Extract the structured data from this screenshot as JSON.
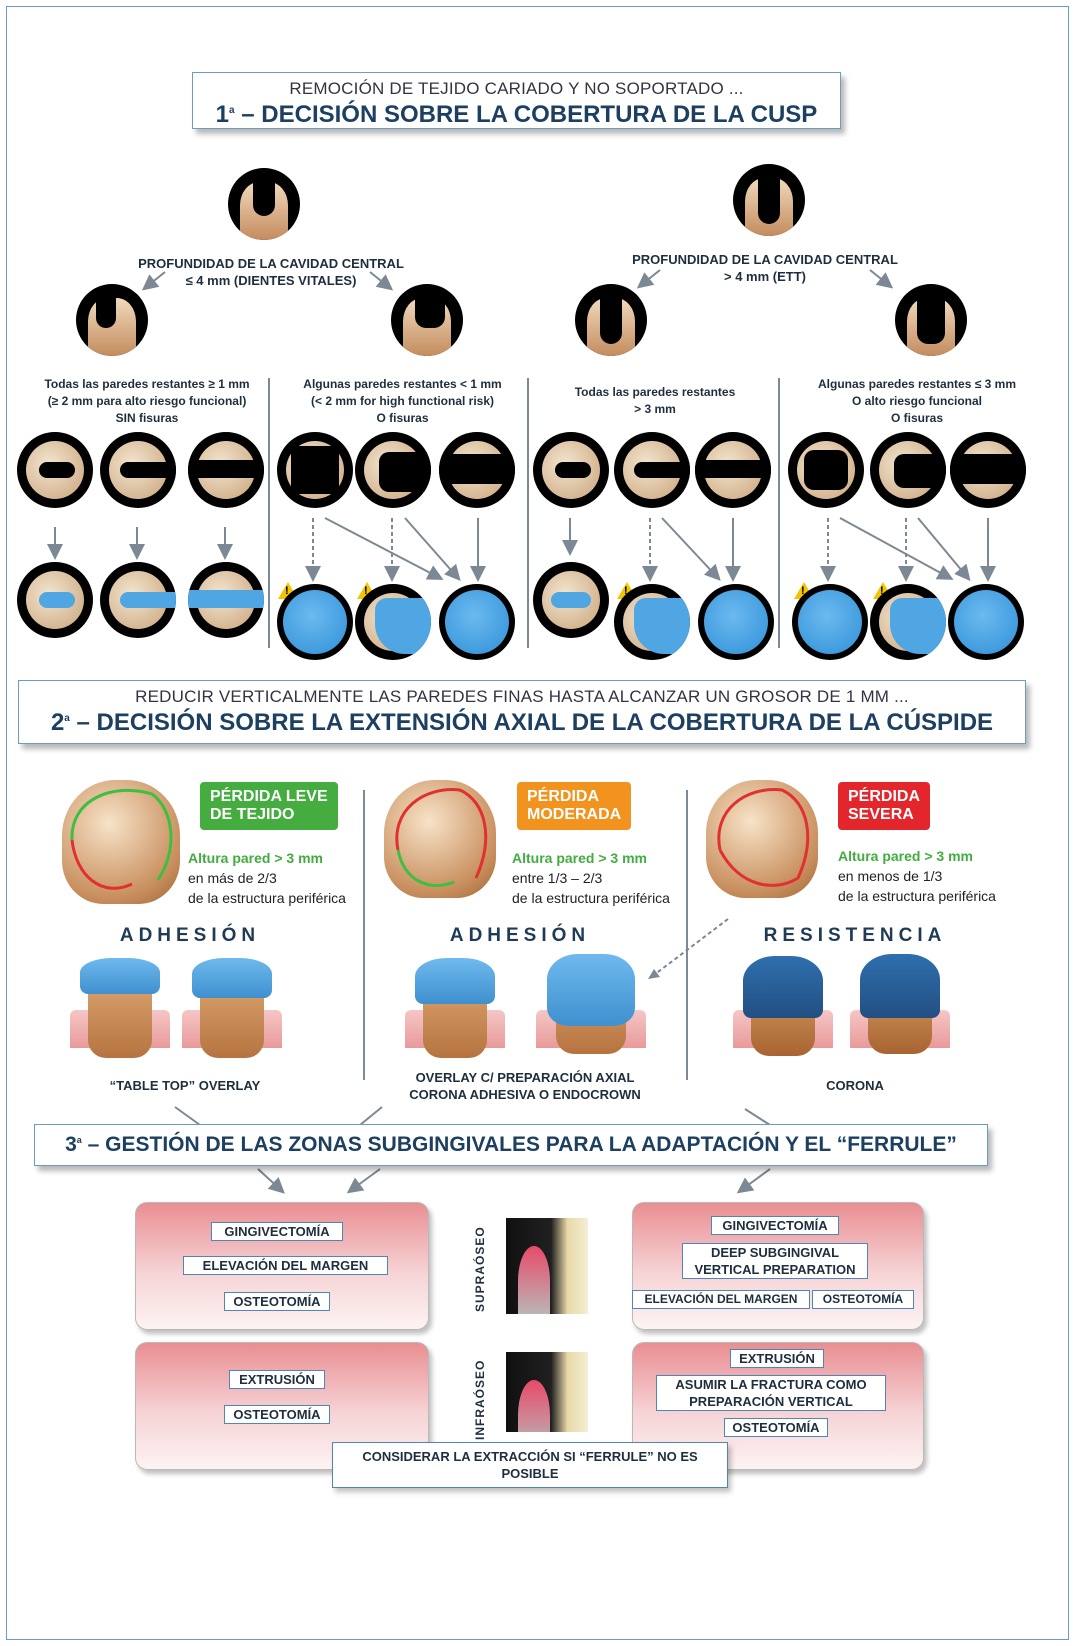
{
  "section1": {
    "subtitle": "REMOCIÓN DE TEJIDO CARIADO Y NO SOPORTADO ...",
    "title_num": "1",
    "title_sup": "a",
    "title": " – DECISIÓN SOBRE LA COBERTURA DE LA CUSP",
    "left_branch": {
      "line1": "PROFUNDIDAD DE LA CAVIDAD CENTRAL",
      "line2": "≤ 4 mm (DIENTES VITALES)"
    },
    "right_branch": {
      "line1": "PROFUNDIDAD DE LA CAVIDAD CENTRAL",
      "line2": "> 4 mm (ETT)"
    },
    "columns": [
      {
        "l1": "Todas las paredes restantes ≥ 1 mm",
        "l2": "(≥ 2 mm para alto riesgo funcional)",
        "l3": "SIN fisuras"
      },
      {
        "l1": "Algunas paredes restantes < 1 mm",
        "l2": "(< 2 mm for high functional risk)",
        "l3": "O fisuras"
      },
      {
        "l1": "Todas las paredes restantes",
        "l2": "> 3 mm",
        "l3": ""
      },
      {
        "l1": "Algunas paredes restantes ≤ 3 mm",
        "l2": "O alto riesgo funcional",
        "l3": "O fisuras"
      }
    ],
    "warning_glyph": "!"
  },
  "section2": {
    "subtitle": "REDUCIR VERTICALMENTE LAS PAREDES FINAS HASTA ALCANZAR UN GROSOR DE 1 MM ...",
    "title_num": "2",
    "title_sup": "a",
    "title": " – DECISIÓN SOBRE LA EXTENSIÓN AXIAL DE LA COBERTURA DE LA CÚSPIDE",
    "cases": [
      {
        "badge1": "PÉRDIDA LEVE",
        "badge2": "DE TEJIDO",
        "badge_color": "#45ad3f",
        "height": "Altura pared > 3 mm",
        "d1": "en más de 2/3",
        "d2": "de la estructura periférica",
        "approach": "ADHESIÓN",
        "restoration1": "“TABLE TOP” OVERLAY",
        "restoration2": ""
      },
      {
        "badge1": "PÉRDIDA",
        "badge2": "MODERADA",
        "badge_color": "#f3931f",
        "height": "Altura pared > 3 mm",
        "d1": "entre 1/3 – 2/3",
        "d2": "de la estructura periférica",
        "approach": "ADHESIÓN",
        "restoration1": "OVERLAY C/ PREPARACIÓN AXIAL",
        "restoration2": "CORONA ADHESIVA O ENDOCROWN"
      },
      {
        "badge1": "PÉRDIDA",
        "badge2": "SEVERA",
        "badge_color": "#e3262b",
        "height": "Altura pared > 3 mm",
        "d1": "en menos de 1/3",
        "d2": "de la estructura periférica",
        "approach": "RESISTENCIA",
        "restoration1": "CORONA",
        "restoration2": ""
      }
    ]
  },
  "section3": {
    "title_num": "3",
    "title_sup": "a",
    "title": " – GESTIÓN DE LAS ZONAS SUBGINGIVALES PARA LA ADAPTACIÓN Y EL “FERRULE”",
    "supra_label": "SUPRAÓSEO",
    "infra_label": "INFRAÓSEO",
    "supra_left": [
      "GINGIVECTOMÍA",
      "ELEVACIÓN DEL MARGEN",
      "OSTEOTOMÍA"
    ],
    "supra_right": {
      "a": "GINGIVECTOMÍA",
      "b1": "DEEP SUBGINGIVAL",
      "b2": "VERTICAL PREPARATION",
      "c": "ELEVACIÓN DEL MARGEN",
      "d": "OSTEOTOMÍA"
    },
    "infra_left": [
      "EXTRUSIÓN",
      "OSTEOTOMÍA"
    ],
    "infra_right": {
      "a": "EXTRUSIÓN",
      "b1": "ASUMIR LA FRACTURA COMO",
      "b2": "PREPARACIÓN VERTICAL",
      "c": "OSTEOTOMÍA"
    },
    "footer1": "CONSIDERAR LA EXTRACCIÓN SI “FERRULE” NO ES",
    "footer2": "POSIBLE"
  }
}
